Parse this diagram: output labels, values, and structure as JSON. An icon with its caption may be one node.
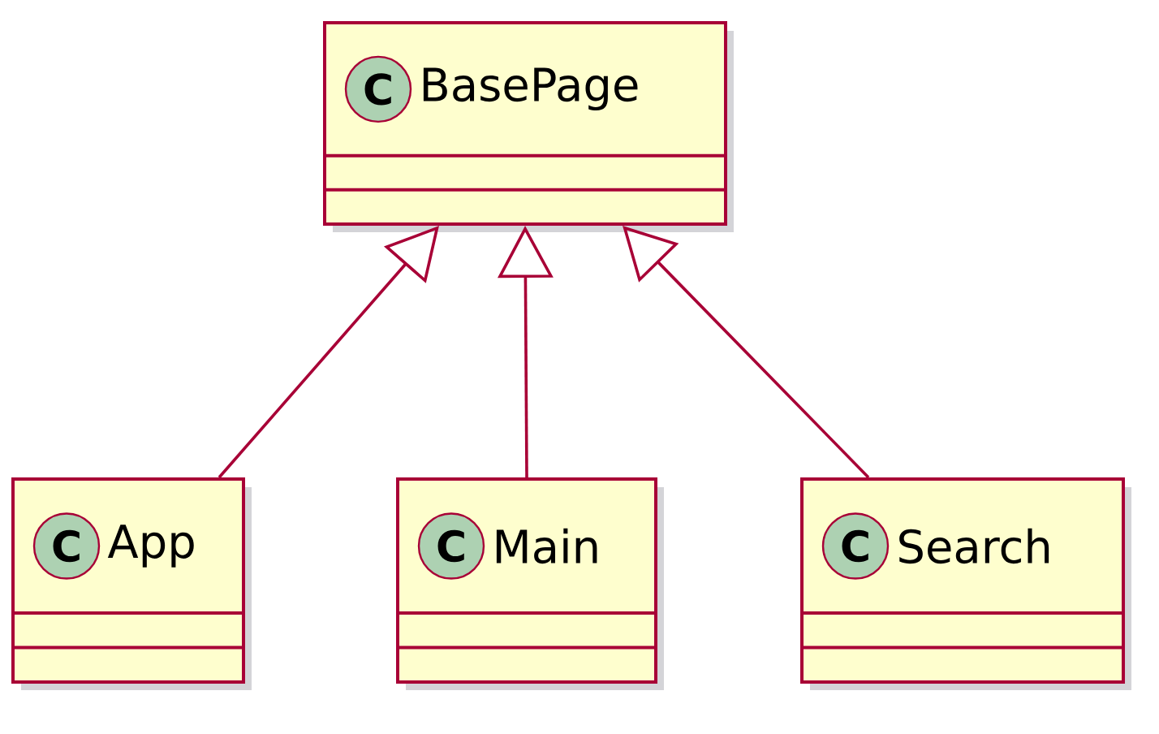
{
  "diagram": {
    "nodes": [
      {
        "text": [
          "C",
          "BasePage"
        ]
      },
      {
        "text": [
          "C",
          "App"
        ]
      },
      {
        "text": [
          "C",
          "Main"
        ]
      },
      {
        "text": [
          "C",
          "Search"
        ]
      }
    ],
    "edges": [
      {
        "from": 1,
        "to": 0,
        "arrow": "to"
      },
      {
        "from": 2,
        "to": 0,
        "arrow": "to"
      },
      {
        "from": 3,
        "to": 0,
        "arrow": "to"
      }
    ]
  }
}
